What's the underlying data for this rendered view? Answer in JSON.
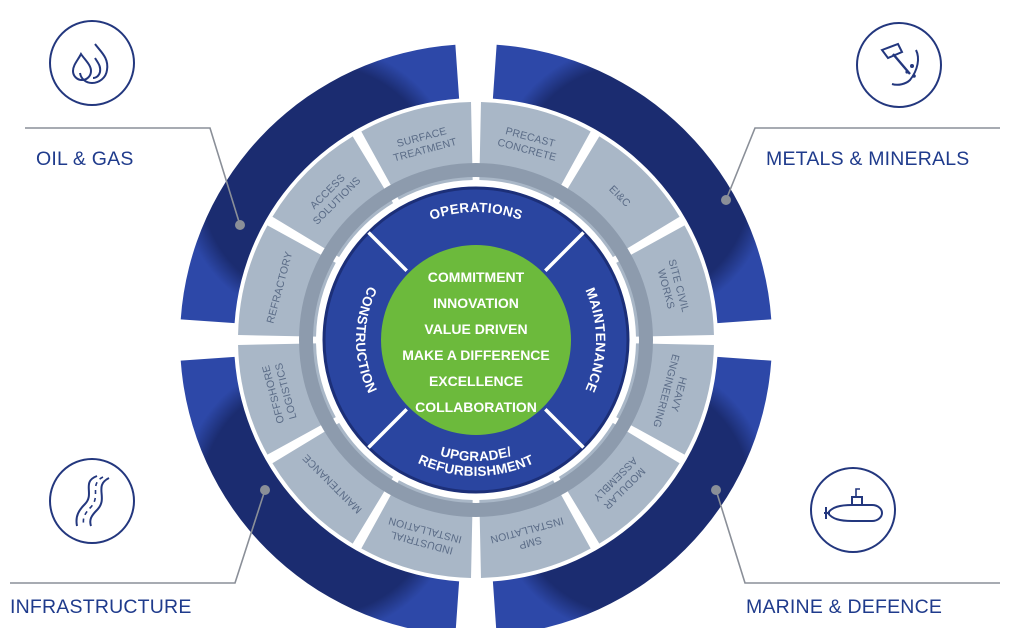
{
  "center": {
    "values": [
      "COMMITMENT",
      "INNOVATION",
      "VALUE DRIVEN",
      "MAKE A DIFFERENCE",
      "EXCELLENCE",
      "COLLABORATION"
    ]
  },
  "rings": {
    "operations": "OPERATIONS",
    "maintenance": "MAINTENANCE",
    "upgrade": [
      "UPGRADE/",
      "REFURBISHMENT"
    ],
    "construction": "CONSTRUCTION"
  },
  "services": [
    [
      "PRECAST",
      "CONCRETE"
    ],
    [
      "EI&C"
    ],
    [
      "SITE CIVIL",
      "WORKS"
    ],
    [
      "HEAVY",
      "ENGINEERING"
    ],
    [
      "MODULAR",
      "ASSEMBLY"
    ],
    [
      "SMP",
      "INSTALLATION"
    ],
    [
      "INDUSTRIAL",
      "INSTALLATION"
    ],
    [
      "MAINTENANCE"
    ],
    [
      "OFFSHORE",
      "LOGISTICS"
    ],
    [
      "REFRACTORY"
    ],
    [
      "ACCESS",
      "SOLUTIONS"
    ],
    [
      "SURFACE",
      "TREATMENT"
    ]
  ],
  "industries": {
    "oil_gas": {
      "label": "OIL & GAS",
      "icon": "flame-drop-icon"
    },
    "metals_minerals": {
      "label": "METALS & MINERALS",
      "icon": "hammer-ore-icon"
    },
    "infrastructure": {
      "label": "INFRASTRUCTURE",
      "icon": "road-icon"
    },
    "marine_defence": {
      "label": "MARINE & DEFENCE",
      "icon": "submarine-icon"
    }
  },
  "colors": {
    "navy": "#23377e",
    "ring_blue": "#2a45a0",
    "sector_gray": "#a9b7c7",
    "inner_gray": "#8d9bad",
    "green": "#6cba3c",
    "label_blue": "#1f3b8c"
  }
}
